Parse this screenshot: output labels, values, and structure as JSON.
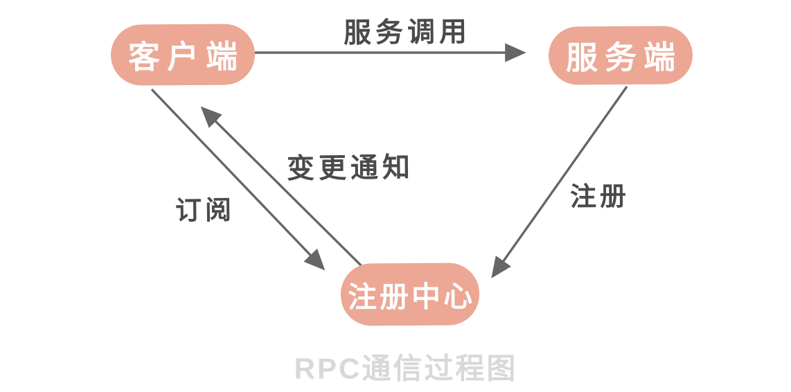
{
  "diagram": {
    "title": "RPC通信过程图",
    "nodes": {
      "client": {
        "label": "客户端"
      },
      "server": {
        "label": "服务端"
      },
      "registry": {
        "label": "注册中心"
      }
    },
    "edges": {
      "service_call": {
        "label": "服务调用",
        "from": "客户端",
        "to": "服务端"
      },
      "register": {
        "label": "注册",
        "from": "服务端",
        "to": "注册中心"
      },
      "subscribe": {
        "label": "订阅",
        "from": "客户端",
        "to": "注册中心"
      },
      "change_notice": {
        "label": "变更通知",
        "from": "注册中心",
        "to": "客户端"
      }
    },
    "colors": {
      "node_fill": "#ECA795",
      "node_text": "#FDFDFD",
      "arrow": "#666666",
      "edge_label_text": "#4A4A4A",
      "title_text": "#D8D8D8"
    }
  }
}
